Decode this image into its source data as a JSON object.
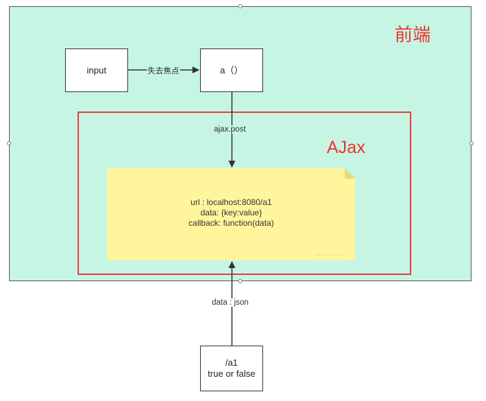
{
  "frontend": {
    "label": "前端"
  },
  "ajax": {
    "label": "AJax"
  },
  "nodes": {
    "input": {
      "label": "input"
    },
    "func_a": {
      "label": "a（）"
    },
    "server": {
      "lines": [
        "/a1",
        "true or false"
      ]
    }
  },
  "note": {
    "lines": [
      "url : localhost:8080/a1",
      "data: {key:value}",
      "callback: function(data)"
    ]
  },
  "edges": {
    "blur": {
      "label": "失去焦点"
    },
    "post": {
      "label": "ajax.post"
    },
    "response": {
      "label": "data : json"
    }
  },
  "colors": {
    "frontend_fill": "#c7f5e4",
    "ajax_border": "#ea3a3a",
    "note_fill": "#fff59d",
    "label_red": "#ee3333"
  }
}
